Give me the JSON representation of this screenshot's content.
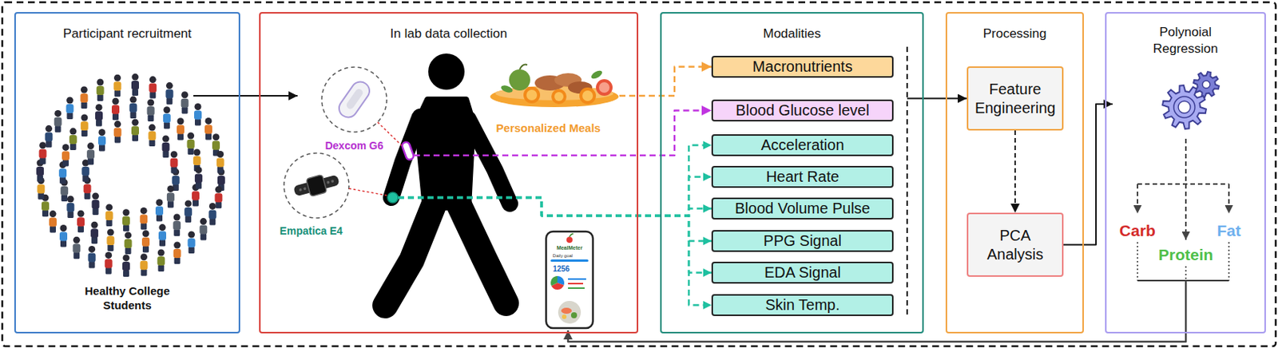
{
  "diagram": {
    "nodes": [
      {
        "text": [
          "Participant recruitment",
          "Healthy College Students"
        ]
      },
      {
        "text": [
          "In lab data collection"
        ]
      },
      {
        "text": [
          "Modalities"
        ]
      },
      {
        "text": [
          "Macronutrients"
        ],
        "in": 2
      },
      {
        "text": [
          "Blood Glucose level"
        ],
        "in": 2
      },
      {
        "text": [
          "Acceleration"
        ],
        "in": 2
      },
      {
        "text": [
          "Heart Rate"
        ],
        "in": 2
      },
      {
        "text": [
          "Blood Volume Pulse"
        ],
        "in": 2
      },
      {
        "text": [
          "PPG Signal"
        ],
        "in": 2
      },
      {
        "text": [
          "EDA Signal"
        ],
        "in": 2
      },
      {
        "text": [
          "Skin Temp."
        ],
        "in": 2
      },
      {
        "text": [
          "Processing"
        ]
      },
      {
        "text": [
          "Feature Engineering"
        ],
        "in": 11
      },
      {
        "text": [
          "PCA Analysis"
        ],
        "in": 11
      },
      {
        "text": [
          "Polynoial Regression"
        ]
      }
    ],
    "edges": [
      {
        "from": 0,
        "to": 1,
        "arrow": "to"
      },
      {
        "from": 1,
        "to": 3,
        "arrow": "to"
      },
      {
        "from": 1,
        "to": 4,
        "arrow": "to"
      },
      {
        "from": 1,
        "to": 5,
        "arrow": "to"
      },
      {
        "from": 1,
        "to": 6,
        "arrow": "to"
      },
      {
        "from": 1,
        "to": 7,
        "arrow": "to"
      },
      {
        "from": 1,
        "to": 8,
        "arrow": "to"
      },
      {
        "from": 1,
        "to": 9,
        "arrow": "to"
      },
      {
        "from": 1,
        "to": 10,
        "arrow": "to"
      },
      {
        "from": 2,
        "to": 12,
        "arrow": "to"
      },
      {
        "from": 12,
        "to": 13,
        "arrow": "to"
      },
      {
        "from": 13,
        "to": 14,
        "arrow": "to"
      },
      {
        "from": 14,
        "to": 1,
        "arrow": "to"
      }
    ],
    "labels": [
      "Dexcom G6",
      "Empatica E4",
      "Personalized Meals",
      "MealMeter",
      "Daily goal",
      "1256",
      "Carb",
      "Protein",
      "Fat"
    ]
  }
}
